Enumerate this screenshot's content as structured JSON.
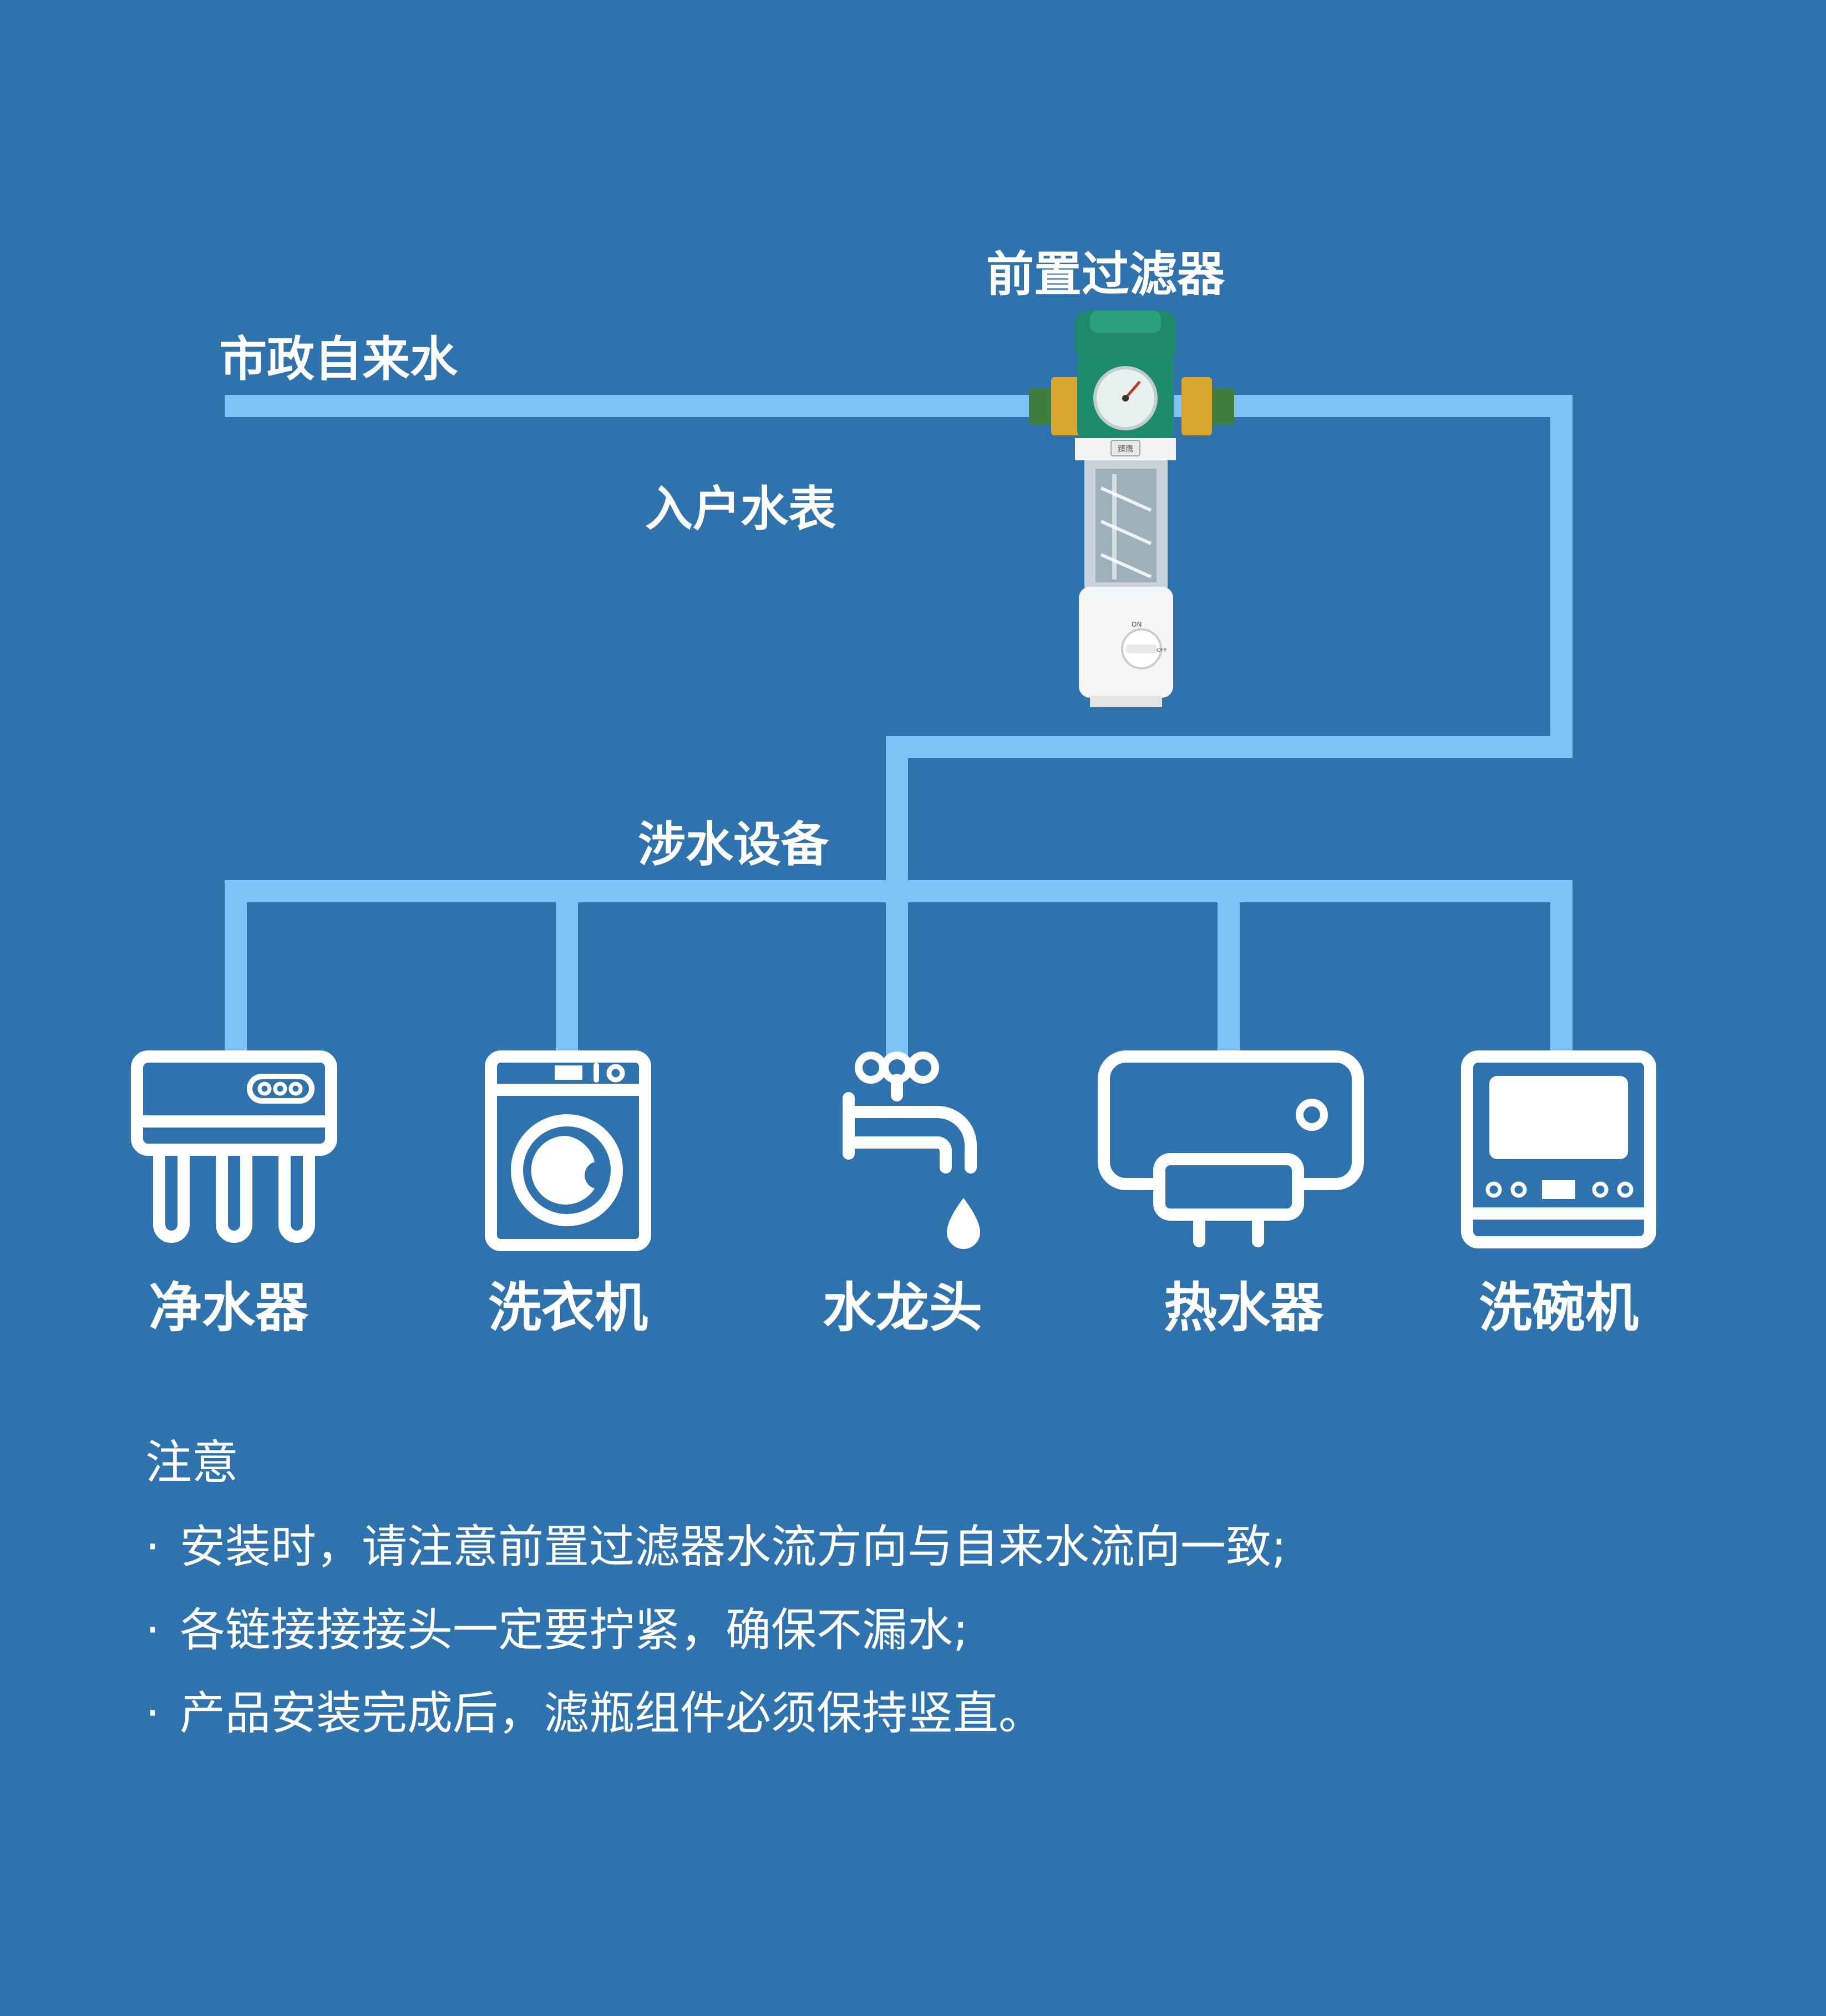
{
  "labels": {
    "filter": "前置过滤器",
    "municipal": "市政自来水",
    "meter": "入户水表",
    "equipment": "涉水设备"
  },
  "filter_brand": "臻鹰",
  "filter_dial": {
    "on": "ON",
    "off": "OFF"
  },
  "devices": [
    {
      "key": "purifier",
      "label": "净水器",
      "icon": "water-purifier-icon"
    },
    {
      "key": "washer",
      "label": "洗衣机",
      "icon": "washing-machine-icon"
    },
    {
      "key": "faucet",
      "label": "水龙头",
      "icon": "faucet-icon"
    },
    {
      "key": "heater",
      "label": "热水器",
      "icon": "water-heater-icon"
    },
    {
      "key": "dishwasher",
      "label": "洗碗机",
      "icon": "dishwasher-icon"
    }
  ],
  "notes": {
    "title": "注意",
    "bullet": "·",
    "items": [
      "安装时，请注意前置过滤器水流方向与自来水流向一致;",
      "各链接接接头一定要拧紧，确保不漏水;",
      "产品安装完成后，滤瓶组件必须保持竖直。"
    ]
  },
  "colors": {
    "background": "#2f73ae",
    "pipe": "#7cc3f7",
    "text": "#ffffff",
    "filter_green": "#1f8a6b"
  }
}
